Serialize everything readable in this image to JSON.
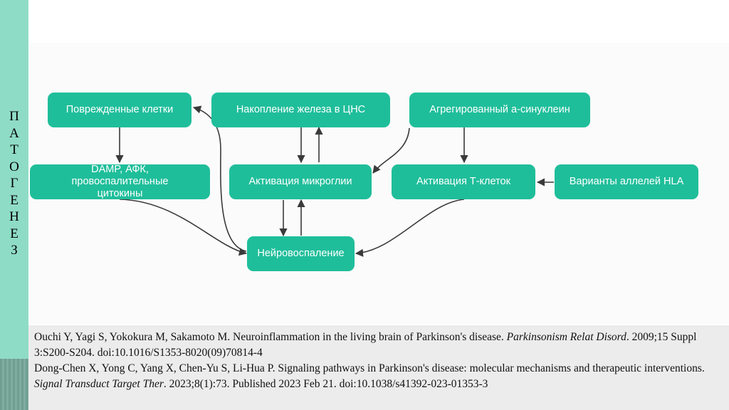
{
  "sidebar": {
    "title_letters": [
      "П",
      "А",
      "Т",
      "О",
      "Г",
      "Е",
      "Н",
      "Е",
      "З"
    ]
  },
  "diagram": {
    "nodes": {
      "damaged_cells": "Поврежденные клетки",
      "iron_accumulation": "Накопление железа в ЦНС",
      "aggregated_synuclein": "Агрегированный а-синуклеин",
      "damp": "DAMP, АФК, провоспалительные цитокины",
      "microglia_activation": "Активация микроглии",
      "tcell_activation": "Активация Т-клеток",
      "hla_variants": "Варианты аллелей HLA",
      "neuroinflammation": "Нейровоспаление"
    },
    "colors": {
      "node": "#1fbe9a",
      "arrow": "#3a3a3a"
    }
  },
  "references": {
    "ref1_authors": "Ouchi Y, Yagi S, Yokokura M, Sakamoto M. Neuroinflammation in the living brain of Parkinson's disease. ",
    "ref1_journal": "Parkinsonism Relat Disord",
    "ref1_rest": ". 2009;15 Suppl 3:S200-S204. doi:10.1016/S1353-8020(09)70814-4",
    "ref2_authors": "Dong-Chen X, Yong C, Yang X, Chen-Yu S, Li-Hua P. Signaling pathways in Parkinson's disease: molecular mechanisms and therapeutic interventions. ",
    "ref2_journal": "Signal Transduct Target Ther",
    "ref2_rest": ". 2023;8(1):73. Published 2023 Feb 21. doi:10.1038/s41392-023-01353-3"
  }
}
